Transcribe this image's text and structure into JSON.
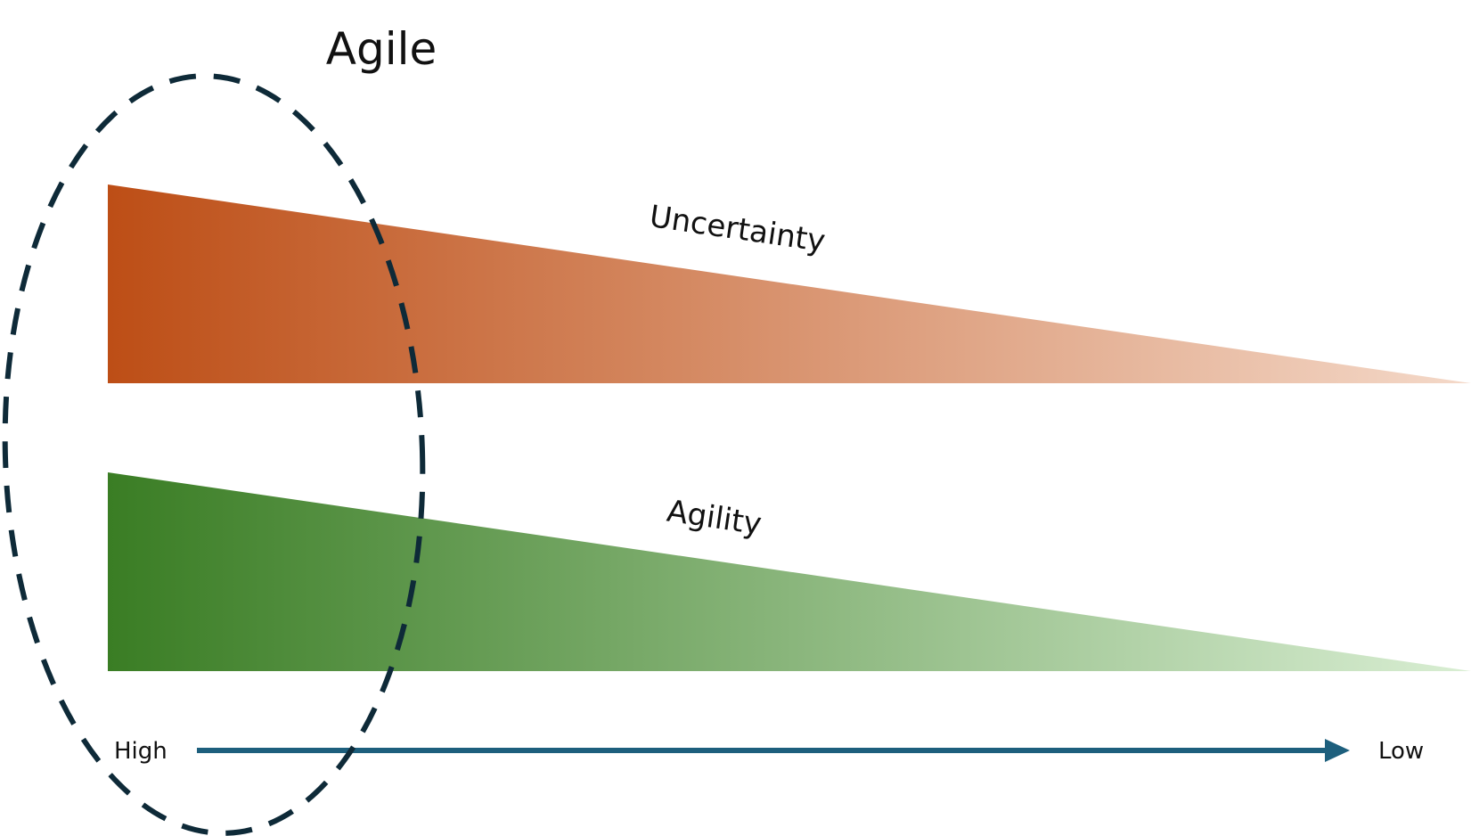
{
  "diagram": {
    "title": "Agile",
    "bands": [
      {
        "label": "Uncertainty",
        "color_start": "#bd4e16",
        "color_end": "#f4d9c9"
      },
      {
        "label": "Agility",
        "color_start": "#3a7d24",
        "color_end": "#d9eed3"
      }
    ],
    "axis": {
      "start_label": "High",
      "end_label": "Low",
      "color": "#1d5f7d"
    },
    "ellipse_color": "#0e2a38"
  }
}
